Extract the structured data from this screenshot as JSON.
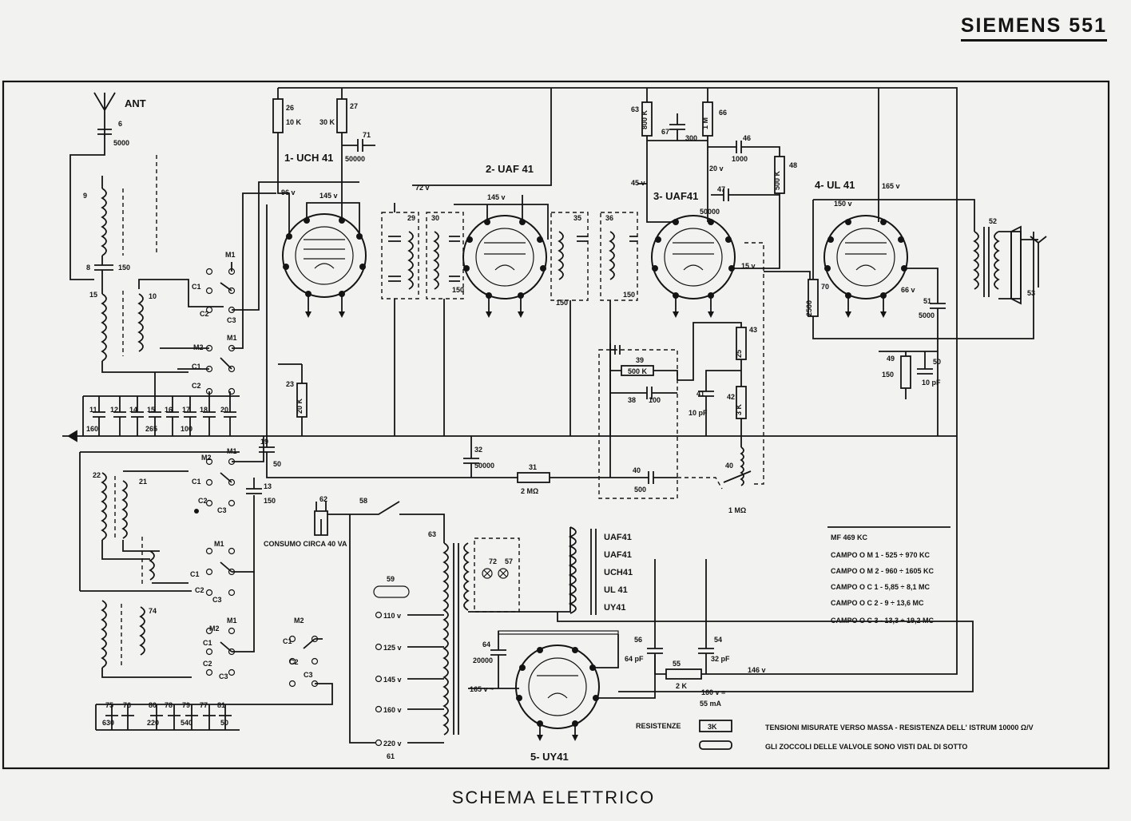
{
  "header": {
    "brand": "SIEMENS 551"
  },
  "caption": "SCHEMA ELETTRICO",
  "antenna": {
    "label": "ANT"
  },
  "tubes": [
    {
      "label": "1- UCH 41"
    },
    {
      "label": "2- UAF 41"
    },
    {
      "label": "3- UAF41"
    },
    {
      "label": "4- UL 41"
    },
    {
      "label": "5- UY41"
    }
  ],
  "switch_labels": {
    "m1": "M1",
    "m2": "M2",
    "c1": "C1",
    "c2": "C2",
    "c3": "C3"
  },
  "component_values": {
    "c6": "5000",
    "r26": "10 K",
    "r27": "30 K",
    "c71": "50000",
    "r23": "20 K",
    "c32": "50000",
    "r31": "2 MΩ",
    "r39": "500 K",
    "c38": "100",
    "c40": "500",
    "pot": "1 MΩ",
    "r43": "25",
    "r42": "3 K",
    "c41": "10 pF",
    "r63": "800 K",
    "r66": "1 M",
    "c67": "300",
    "c46": "1000",
    "r48": "500 K",
    "c47": "50000",
    "r70": "2500",
    "c51": "5000",
    "r49": "150",
    "c50": "10 pF",
    "c56": "64 pF",
    "c54": "32 pF",
    "r55": "2 K",
    "c64": "20000",
    "c11": "160",
    "c15": "265",
    "c17": "100",
    "c76": "630",
    "c80": "220",
    "c78": "540",
    "c81": "50",
    "c19": "50",
    "c13": "150",
    "c28": "150"
  },
  "voltages": {
    "v96": "96 v",
    "v145a": "145 v",
    "v72": "72 v",
    "v145b": "145 v",
    "v45": "45 v",
    "v20": "20 v",
    "v165": "165 v",
    "v150": "150 v",
    "v15": "15 v",
    "v66": "66 v",
    "v146": "146 v",
    "v160": "160 v =",
    "ma": "55 mA",
    "v165ac": "165 v ~"
  },
  "consumption": "CONSUMO CIRCA 40 VA",
  "mains_taps": [
    "110 v",
    "125 v",
    "145 v",
    "160 v",
    "220 v"
  ],
  "filaments": [
    "UAF41",
    "UAF41",
    "UCH41",
    "UL 41",
    "UY41"
  ],
  "frequency_table": [
    "MF 469 KC",
    "CAMPO O M 1 - 525 ÷ 970 KC",
    "CAMPO O M 2 - 960 ÷ 1605 KC",
    "CAMPO O C 1 - 5,85 ÷ 8,1 MC",
    "CAMPO O C 2 - 9 ÷ 13,6 MC",
    "CAMPO O C 3 - 13,3 ÷ 19,2 MC"
  ],
  "legend": {
    "title": "RESISTENZE",
    "sample_value": "3K",
    "note1": "TENSIONI MISURATE VERSO MASSA - RESISTENZA DELL' ISTRUM 10000 Ω/V",
    "note2": "GLI ZOCCOLI DELLE VALVOLE SONO VISTI DAL DI SOTTO"
  }
}
